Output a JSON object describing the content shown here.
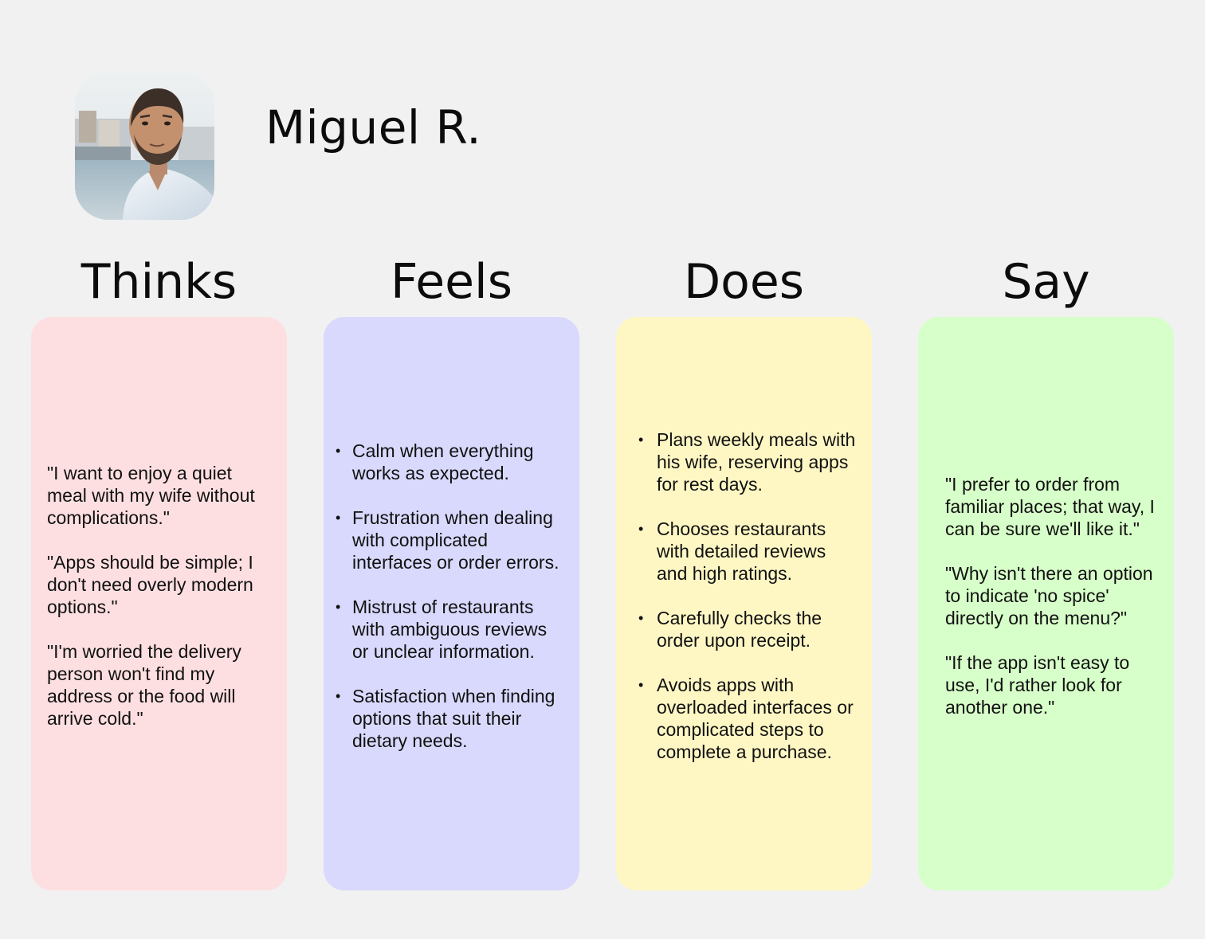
{
  "persona": {
    "name": "Miguel R."
  },
  "colors": {
    "background": "#f1f1f1",
    "thinks": "#fedfe1",
    "feels": "#d9d9fd",
    "does": "#fef7c4",
    "say": "#d7ffc9"
  },
  "icons": {
    "avatar": "person-photo"
  },
  "columns": {
    "thinks": {
      "heading": "Thinks",
      "items": [
        "\"I want to enjoy a quiet meal with my wife without complications.\"",
        "\"Apps should be simple; I don't need overly modern options.\"",
        "\"I'm worried the delivery person won't find my address or the food will arrive cold.\""
      ]
    },
    "feels": {
      "heading": "Feels",
      "items": [
        "Calm when everything works as expected.",
        "Frustration when dealing with complicated interfaces or order errors.",
        "Mistrust of restaurants with ambiguous reviews or unclear information.",
        "Satisfaction when finding options that suit their dietary needs."
      ]
    },
    "does": {
      "heading": "Does",
      "items": [
        "Plans weekly meals with his wife, reserving apps for rest days.",
        "Chooses restaurants with detailed reviews and high ratings.",
        "Carefully checks the order upon receipt.",
        "Avoids apps with overloaded interfaces or complicated steps to complete a purchase."
      ]
    },
    "say": {
      "heading": "Say",
      "items": [
        "\"I prefer to order from familiar places; that way, I can be sure we'll like it.\"",
        "\"Why isn't there an option to indicate 'no spice' directly on the menu?\"",
        "\"If the app isn't easy to use, I'd rather look for another one.\""
      ]
    }
  }
}
